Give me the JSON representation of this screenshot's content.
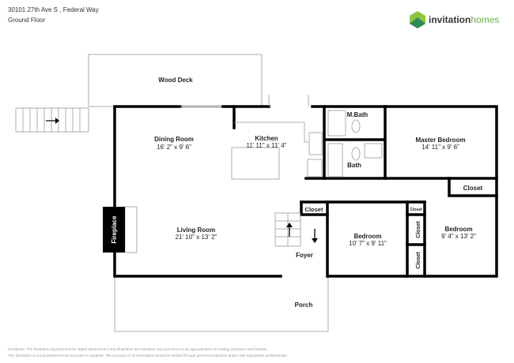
{
  "header": {
    "address": "30101 27th Ave S , Federal Way",
    "floor": "Ground Floor"
  },
  "logo": {
    "brand_a": "invitation",
    "brand_b": "homes",
    "color": "#6ab04c"
  },
  "rooms": {
    "wood_deck": {
      "name": "Wood Deck"
    },
    "dining": {
      "name": "Dining Room",
      "dims": "16' 2\" x 9' 6\""
    },
    "kitchen": {
      "name": "Kitchen",
      "dims": "11' 11\" x 11' 4\""
    },
    "mbath": {
      "name": "M.Bath"
    },
    "bath": {
      "name": "Bath"
    },
    "master": {
      "name": "Master Bedroom",
      "dims": "14' 11\" x 9' 6\""
    },
    "closet": "Closet",
    "living": {
      "name": "Living Room",
      "dims": "21' 10\" x 13' 2\""
    },
    "fireplace": "Fireplace",
    "foyer": {
      "name": "Foyer"
    },
    "bedroom1": {
      "name": "Bedroom",
      "dims": "10' 7\" x 9' 11\""
    },
    "bedroom2": {
      "name": "Bedroom",
      "dims": "9' 4\" x 13' 2\""
    },
    "porch": {
      "name": "Porch"
    }
  },
  "disclaimer": {
    "line1": "Disclaimer: The floorplans depicted and the stated dimensions in this illustration are indicative only and serve as an approximation of existing structures and features.",
    "line2": "This illustration is not guaranteed to be accurate or complete. The accuracy of all information should be verified through personal inspection and/or with appropriate professionals."
  }
}
